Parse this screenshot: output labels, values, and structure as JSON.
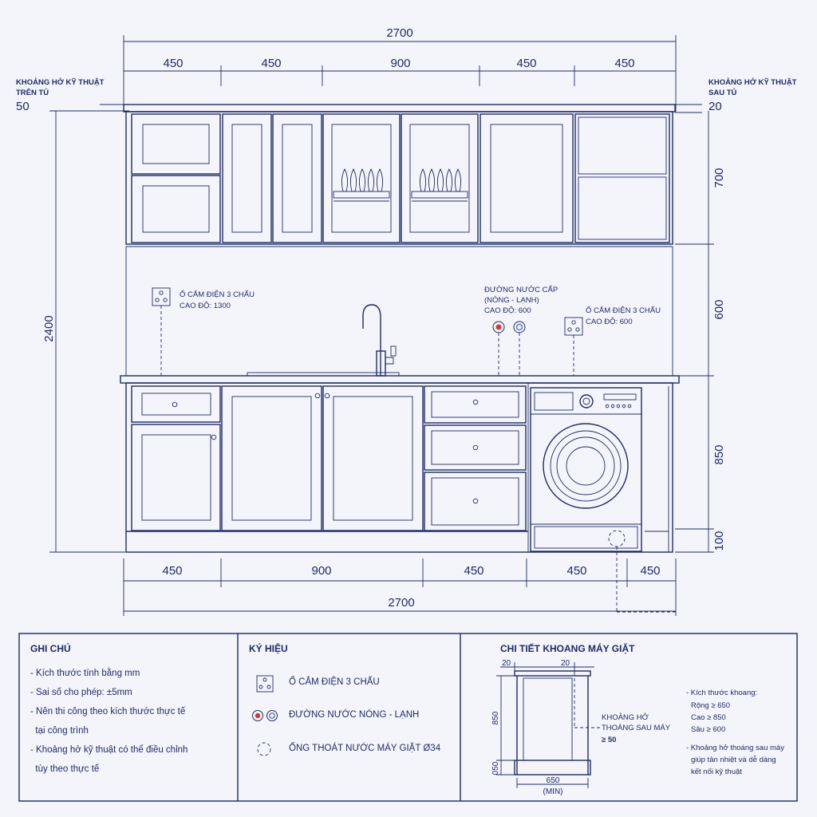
{
  "dimensions": {
    "top_total": "2700",
    "top_segments": [
      "450",
      "450",
      "900",
      "450",
      "450"
    ],
    "bottom_segments": [
      "450",
      "900",
      "450",
      "450",
      "450"
    ],
    "bottom_total": "2700",
    "height_total": "2400",
    "right_heights": [
      "700",
      "600",
      "850",
      "100"
    ],
    "left_clearance_value": "50",
    "right_clearance_value": "20"
  },
  "annotations": {
    "left_clearance_label_1": "KHOẢNG HỞ KỸ THUẬT",
    "left_clearance_label_2": "TRÊN TỦ",
    "right_clearance_label_1": "KHOẢNG HỞ KỸ THUẬT",
    "right_clearance_label_2": "SAU TỦ",
    "socket_left_1": "Ổ CẮM ĐIỆN 3 CHẤU",
    "socket_left_2": "CAO ĐỘ: 1300",
    "water_1": "ĐƯỜNG NƯỚC CẤP",
    "water_2": "(NÓNG - LẠNH)",
    "water_3": "CAO ĐỘ: 600",
    "socket_right_1": "Ổ CẮM ĐIỆN 3 CHẤU",
    "socket_right_2": "CAO ĐỘ: 600"
  },
  "notes": {
    "title": "GHI CHÚ",
    "items": [
      "- Kích thước tính bằng mm",
      "- Sai số cho phép: ±5mm",
      "- Nên thi công theo kích thước thực tế\n  tại công trình",
      "- Khoảng hở kỹ thuật có thể điều chỉnh\n  tùy theo thực tế"
    ]
  },
  "legend": {
    "title": "KÝ HIỆU",
    "socket": "Ổ CẮM ĐIỆN 3 CHẤU",
    "water": "ĐƯỜNG NƯỚC NÓNG - LẠNH",
    "drain": "ỐNG THOÁT NƯỚC MÁY GIẶT  Ø34"
  },
  "washer_detail": {
    "title": "CHI TIẾT KHOANG MÁY GIẶT",
    "dim_top_left": "20",
    "dim_top_right": "20",
    "dim_height": "850",
    "dim_base": "050",
    "dim_width": "650",
    "dim_width_note": "(MIN)",
    "gap_label_1": "KHOẢNG HỞ",
    "gap_label_2": "THOÁNG SAU MÁY",
    "gap_label_3": "≥ 50",
    "spec_title": "- Kích thước khoang:",
    "spec_width": "Rộng ≥ 650",
    "spec_height": "Cao ≥ 850",
    "spec_depth": "Sâu ≥ 600",
    "spec_note_1": "- Khoảng hở thoáng sau máy",
    "spec_note_2": "giúp tản nhiệt và dễ dàng",
    "spec_note_3": "kết nối kỹ thuật"
  },
  "colors": {
    "ink": "#1f2a66",
    "paper": "#f4f5fb",
    "hot": "#d23a3a",
    "cold": "#5a78b8"
  }
}
